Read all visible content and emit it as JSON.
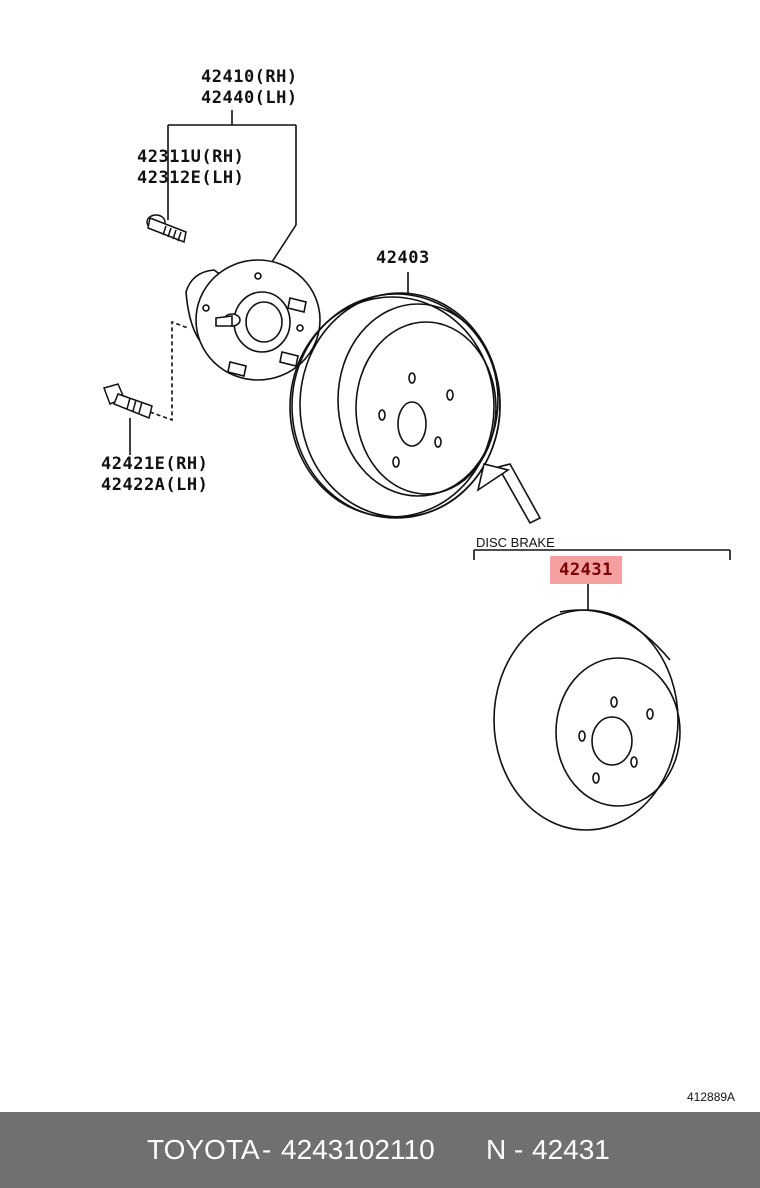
{
  "labels": {
    "hub_rh": "42410(RH)",
    "hub_lh": "42440(LH)",
    "stud_rh": "42311U(RH)",
    "stud_lh": "42312E(LH)",
    "drum": "42403",
    "bolt_rh": "42421E(RH)",
    "bolt_lh": "42422A(LH)",
    "disc_brake": "DISC BRAKE",
    "rotor": "42431",
    "figure_code": "412889A"
  },
  "highlight_color": "#f4a0a0",
  "footer": {
    "brand": "TOYOTA",
    "dash1": "-",
    "part_number": "4243102110",
    "n_prefix": "N",
    "dash2": "-",
    "ref_number": "42431"
  }
}
